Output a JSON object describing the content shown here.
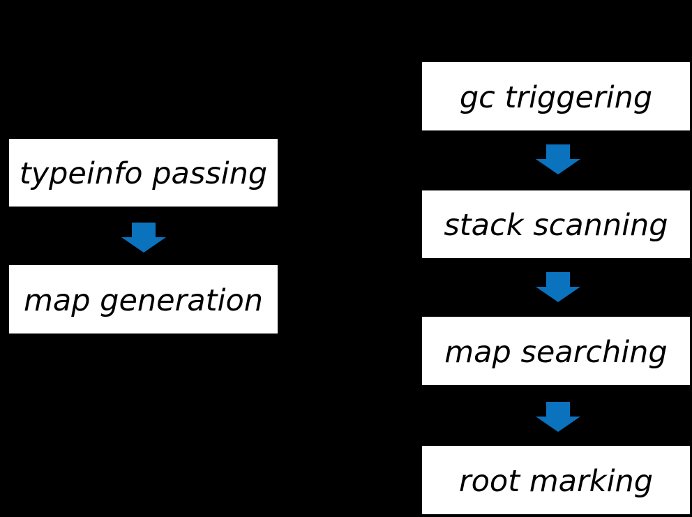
{
  "diagram": {
    "background_color": "#000000",
    "box_fill_color": "#ffffff",
    "box_text_color": "#000000",
    "arrow_color": "#0b72be",
    "left_column": {
      "boxes": [
        {
          "label": "typeinfo passing"
        },
        {
          "label": "map generation"
        }
      ]
    },
    "right_column": {
      "boxes": [
        {
          "label": "gc triggering"
        },
        {
          "label": "stack scanning"
        },
        {
          "label": "map searching"
        },
        {
          "label": "root marking"
        }
      ]
    }
  }
}
